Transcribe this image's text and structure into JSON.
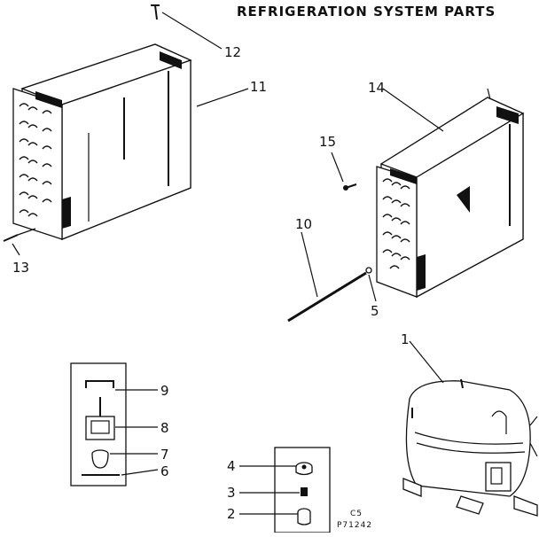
{
  "title": "REFRIGERATION SYSTEM PARTS",
  "callouts": {
    "c1": "1",
    "c2": "2",
    "c3": "3",
    "c4": "4",
    "c5": "5",
    "c6": "6",
    "c7": "7",
    "c8": "8",
    "c9": "9",
    "c10": "10",
    "c11": "11",
    "c12": "12",
    "c13": "13",
    "c14": "14",
    "c15": "15"
  },
  "footer": {
    "code_top": "C5",
    "code_bottom": "P71242"
  }
}
